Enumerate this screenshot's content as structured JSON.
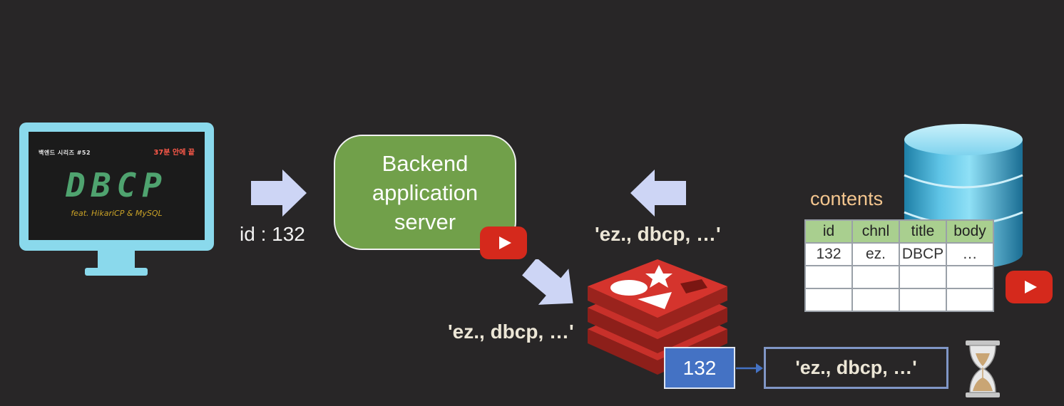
{
  "monitor": {
    "series_label": "백엔드 시리즈 #52",
    "duration_label": "37분 안에 끝",
    "title": "DBCP",
    "subtitle": "feat. HikariCP & MySQL"
  },
  "request": {
    "label": "id : 132"
  },
  "backend": {
    "line1": "Backend",
    "line2": "application",
    "line3": "server"
  },
  "responses": {
    "from_db": "'ez., dbcp, …'",
    "to_cache": "'ez., dbcp, …'"
  },
  "database": {
    "table_name": "contents",
    "headers": [
      "id",
      "chnl",
      "title",
      "body"
    ],
    "rows": [
      [
        "132",
        "ez.",
        "DBCP",
        "…"
      ],
      [
        "",
        "",
        "",
        ""
      ],
      [
        "",
        "",
        "",
        ""
      ]
    ]
  },
  "cache": {
    "key": "132",
    "value": "'ez., dbcp, …'"
  },
  "colors": {
    "background": "#282627",
    "backend_green": "#71a04a",
    "arrow": "#cdd5f5",
    "redis_red": "#c8302a",
    "youtube_red": "#d5291c",
    "key_blue": "#4472c4"
  }
}
